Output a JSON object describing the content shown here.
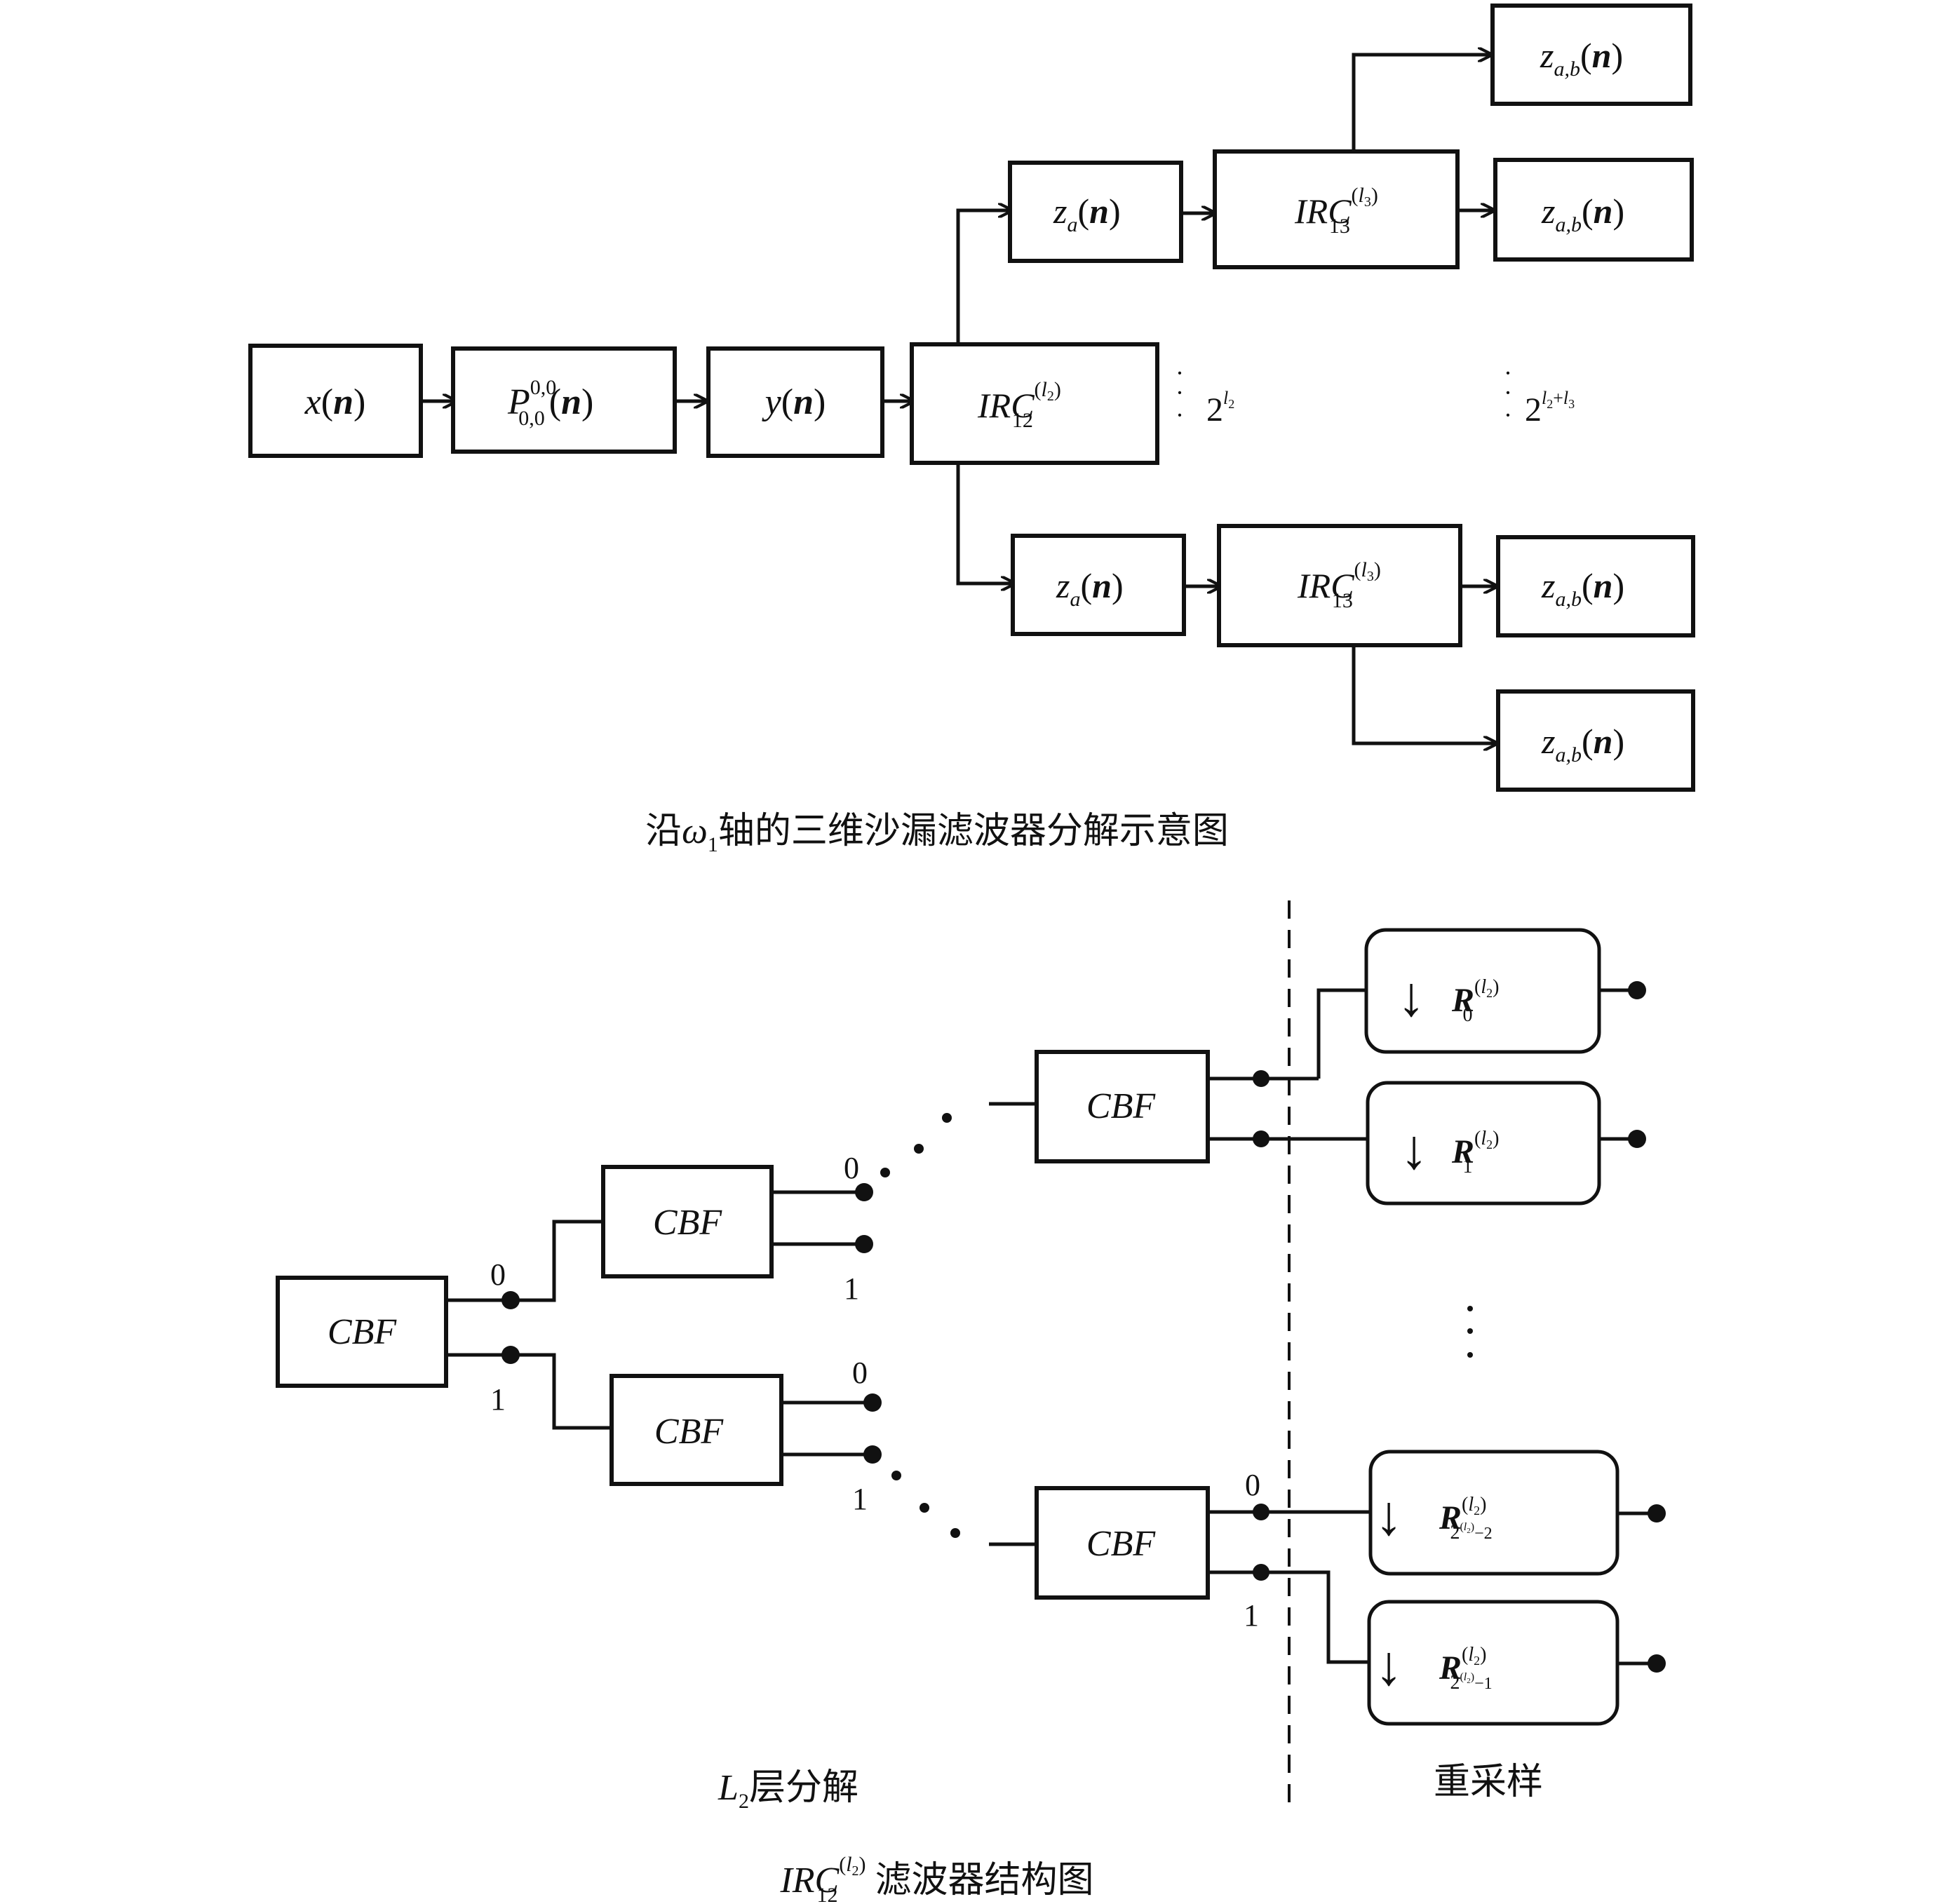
{
  "top_diagram": {
    "x_n": "x",
    "p00_base": "P",
    "p00_sup": "0,0",
    "p00_sub": "0,0",
    "y_n": "y",
    "n_arg": "n",
    "irc_base": "IRC",
    "irc_sub": "12",
    "irc_sup_l": "l",
    "irc_sup_sub": "2",
    "irc13_base": "IRC",
    "irc13_sub": "13",
    "irc13_sup_l": "l",
    "irc13_sup_sub": "3",
    "za_base": "z",
    "za_sub": "a",
    "zab_base": "z",
    "zab_sub": "a,b",
    "count_l2_base": "2",
    "count_l2_sup_l": "l",
    "count_l2_sup_sub": "2",
    "count_l23_base": "2",
    "count_l23_sup": "l",
    "count_l23_sup_sub2": "2",
    "count_l23_plus": "+",
    "count_l23_sup_sub3": "3",
    "caption_a": "沿",
    "caption_omega": "ω",
    "caption_omega_sub": "1",
    "caption_b": "轴的三维沙漏滤波器分解示意图"
  },
  "bottom_diagram": {
    "cbf_label": "CBF",
    "branch_0": "0",
    "branch_1": "1",
    "r_base": "R",
    "r_sup_l": "l",
    "r_sup_sub": "2",
    "r0_sub": "0",
    "r1_sub": "1",
    "r_last_sub_base": "2",
    "r_last_sub_minus2": "−2",
    "r_last_sub_minus1": "−1",
    "down_arrow": "↓",
    "left_caption_l": "L",
    "left_caption_sub": "2",
    "left_caption_text": "层分解",
    "right_caption": "重采样",
    "caption_text": " 滤波器结构图"
  }
}
